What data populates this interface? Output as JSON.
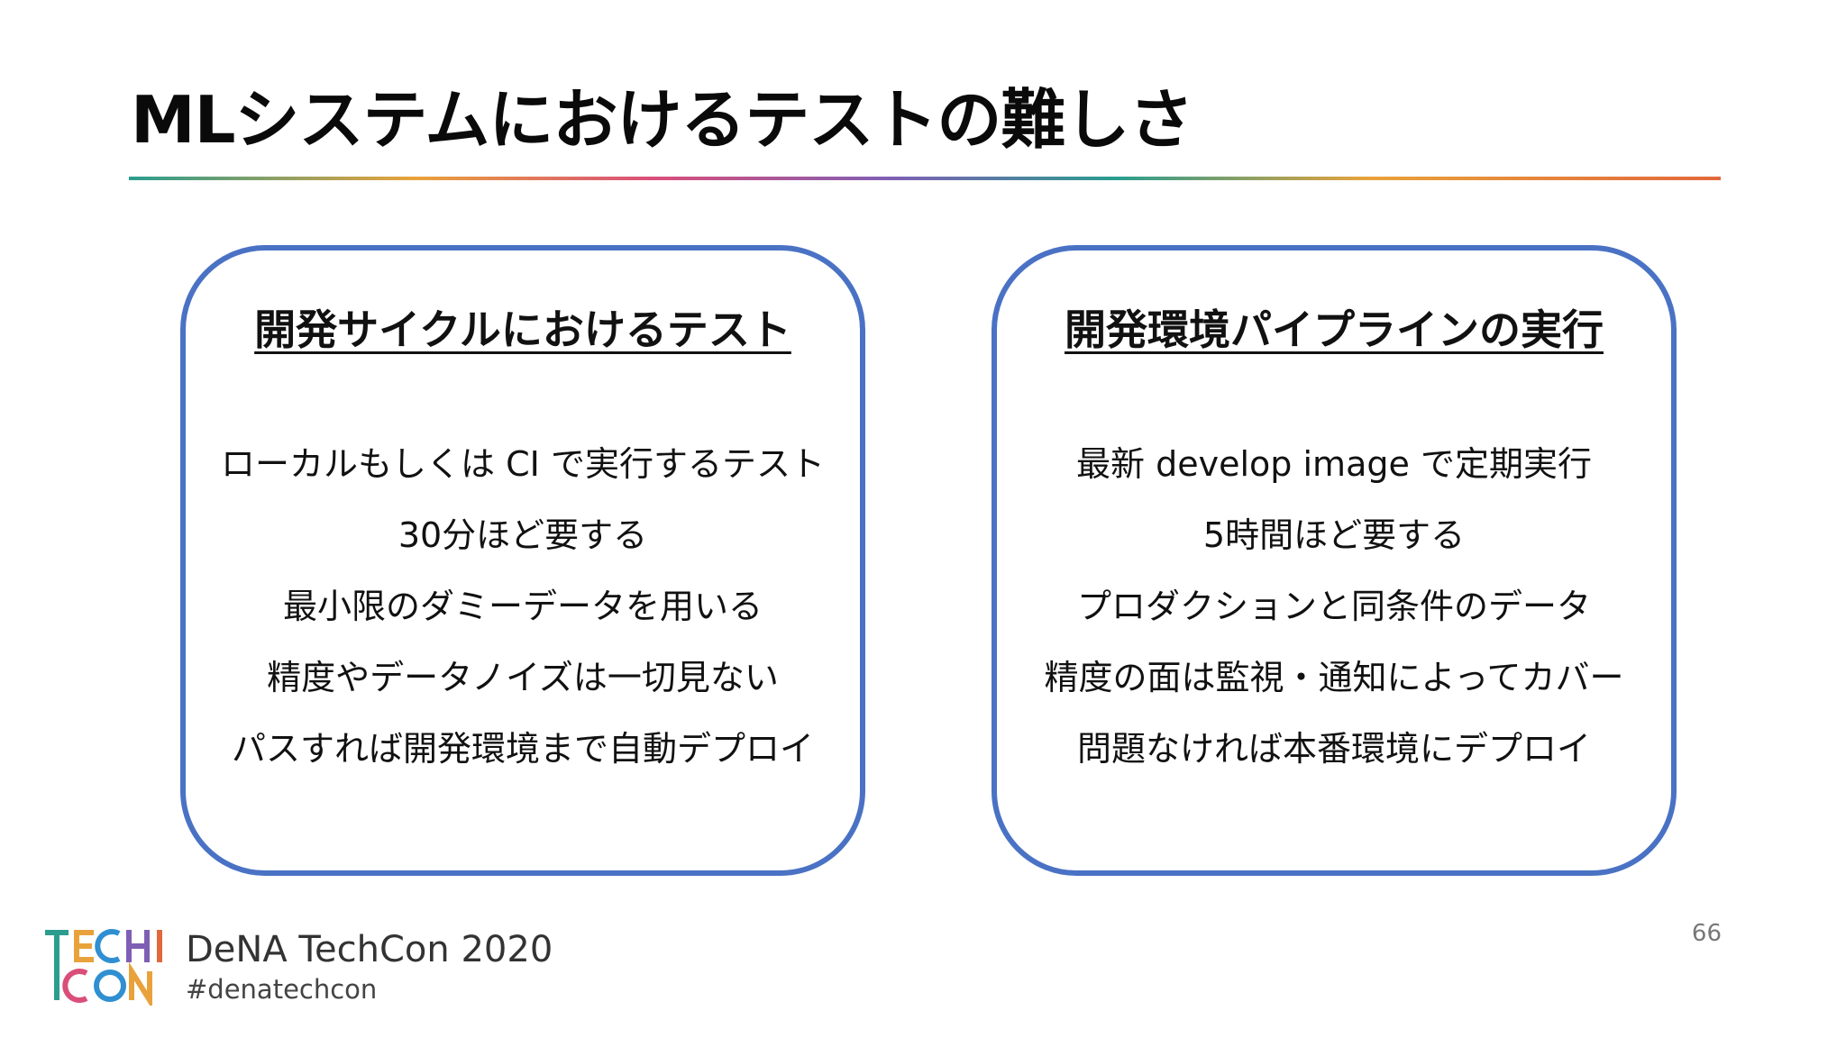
{
  "slide": {
    "title": "MLシステムにおけるテストの難しさ",
    "page_number": "66"
  },
  "left_panel": {
    "heading": "開発サイクルにおけるテスト",
    "items": [
      "ローカルもしくは CI で実行するテスト",
      "30分ほど要する",
      "最小限のダミーデータを用いる",
      "精度やデータノイズは一切見ない",
      "パスすれば開発環境まで自動デプロイ"
    ]
  },
  "right_panel": {
    "heading": "開発環境パイプラインの実行",
    "items": [
      "最新 develop image で定期実行",
      "5時間ほど要する",
      "プロダクションと同条件のデータ",
      "精度の面は監視・通知によってカバー",
      "問題なければ本番環境にデプロイ"
    ]
  },
  "footer": {
    "logo_text": [
      "TECH",
      "CON"
    ],
    "event_name": "DeNA TechCon 2020",
    "hashtag": "#denatechcon"
  },
  "colors": {
    "panel_border": "#4a72c4",
    "rule_segments": [
      "#2a9d8f",
      "#e9a23b",
      "#d94f7a",
      "#7f5fb5",
      "#2f8fd1",
      "#e2683c"
    ]
  }
}
